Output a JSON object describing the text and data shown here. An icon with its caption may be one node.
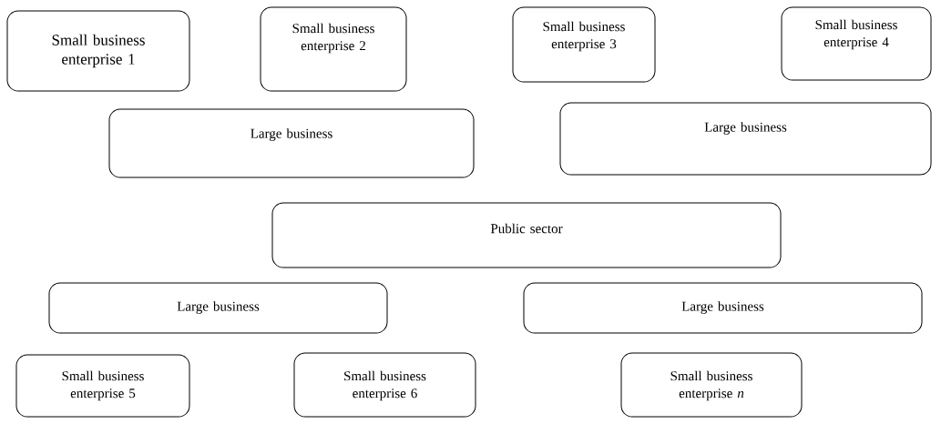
{
  "diagram": {
    "nodes": [
      {
        "text": [
          "Small business enterprise 1"
        ]
      },
      {
        "text": [
          "Small business enterprise 2"
        ]
      },
      {
        "text": [
          "Small business enterprise 3"
        ]
      },
      {
        "text": [
          "Small business enterprise 4"
        ]
      },
      {
        "text": [
          "Large business"
        ]
      },
      {
        "text": [
          "Large business"
        ]
      },
      {
        "text": [
          "Public sector"
        ]
      },
      {
        "text": [
          "Large business"
        ]
      },
      {
        "text": [
          "Large business"
        ]
      },
      {
        "text": [
          "Small business enterprise 5"
        ]
      },
      {
        "text": [
          "Small business enterprise 6"
        ]
      },
      {
        "text": [
          "Small business enterprise *n*"
        ]
      }
    ]
  }
}
